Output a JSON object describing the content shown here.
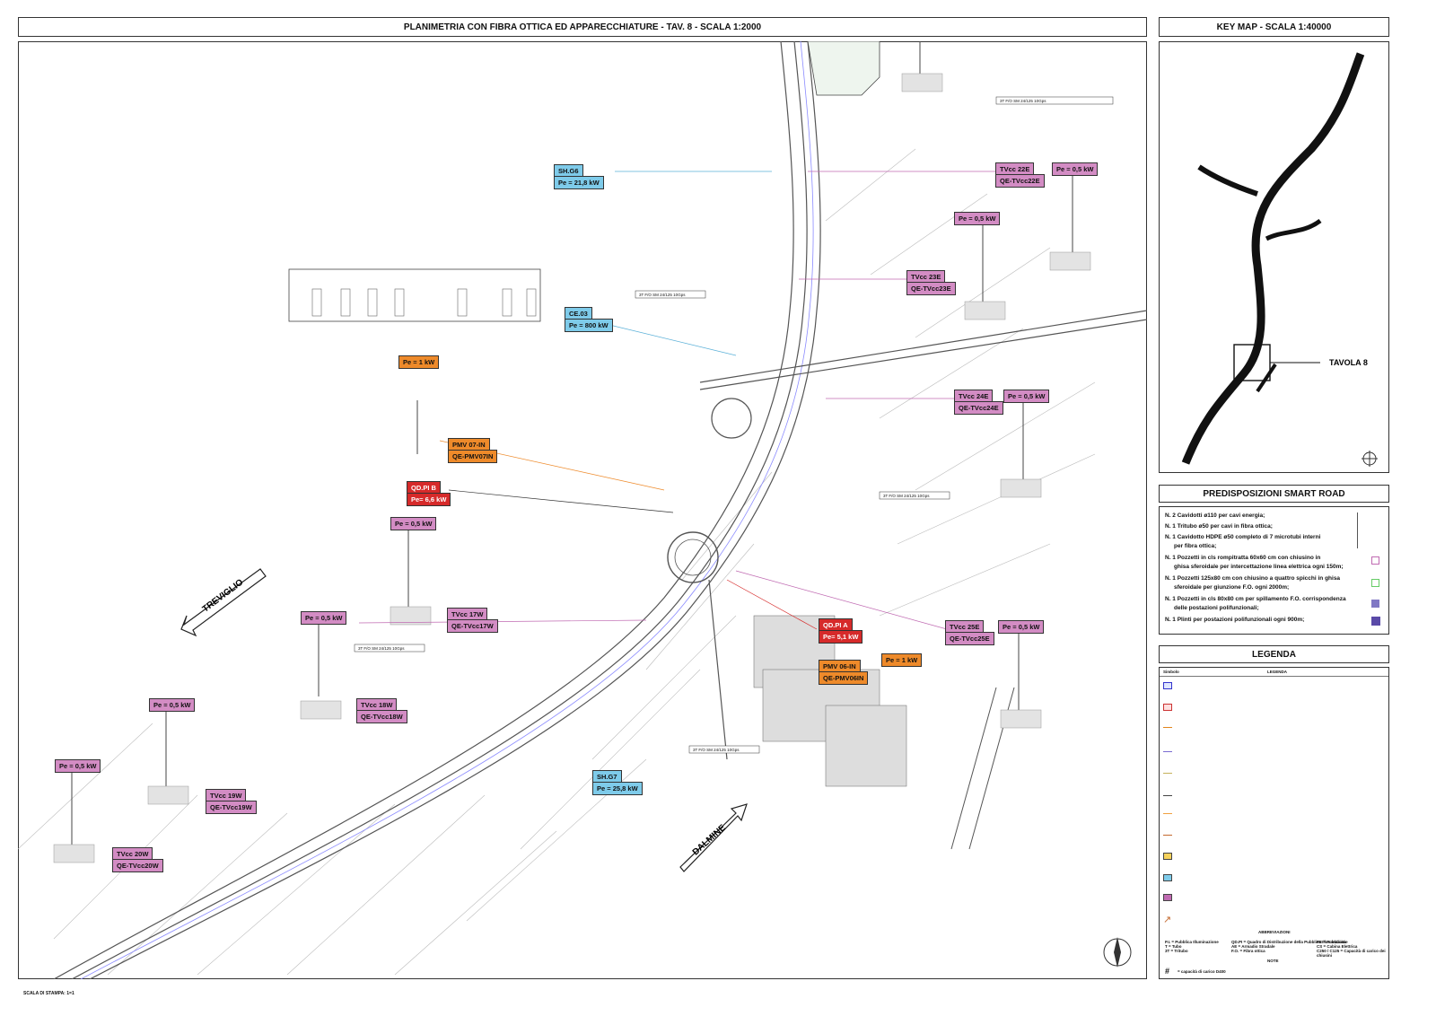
{
  "main_title": "PLANIMETRIA CON FIBRA OTTICA ED APPARECCHIATURE - TAV. 8 - SCALA 1:2000",
  "keymap_title": "KEY MAP - SCALA 1:40000",
  "keymap_label": "TAVOLA 8",
  "smart_title": "PREDISPOSIZIONI SMART ROAD",
  "legenda_title": "LEGENDA",
  "scale_note": "SCALA DI STAMPA: 1=1",
  "directions": {
    "treviglio": "TREVIGLIO",
    "dalmine": "DALMINE"
  },
  "smart_items": [
    "N. 2 Cavidotti ø110 per cavi energia;",
    "N. 1 Tritubo ø50 per cavi in fibra ottica;",
    "N. 1 Cavidotto HDPE ø50 completo di 7 microtubi interni",
    "per fibra ottica;",
    "N. 1 Pozzetti in cls rompitratta 60x60 cm con chiusino in",
    "ghisa sferoidale per intercettazione linea elettrica ogni 150m;",
    "N. 1 Pozzetti 125x80 cm con chiusino a quattro spicchi in ghisa",
    "sferoidale per giunzione F.O. ogni 2000m;",
    "N. 1 Pozzetti in cls 80x80 cm per spillamento F.O. corrispondenza",
    "delle postazioni polifunzionali;",
    "N. 1 Plinti per postazioni polifunzionali ogni 900m;"
  ],
  "legend": {
    "col_simbolo": "Simbolo",
    "col_legenda": "LEGENDA",
    "abbr_title": "ABBREVIAZIONI",
    "note_title": "NOTE",
    "abbr_col1": [
      "P.I. = Pubblica Illuminazione",
      "T = Tubo",
      "3T = Tritubo"
    ],
    "abbr_col2": [
      "QD.PI = Quadro di Distribuzione della Pubblica Illuminazione",
      "AE = Armadio Stradale",
      "F.O. = Fibra ottica"
    ],
    "abbr_col3": [
      "PE = Pubblicità",
      "CS = Cabina Elettrica",
      "C250 / C125 = Capacità di carico dei chiusini"
    ],
    "note_text": "= capacità di carico D400"
  },
  "labels": {
    "sh_g6": "SH.G6",
    "sh_g6_pe": "Pe = 21,8 kW",
    "ce03": "CE.03",
    "ce03_pe": "Pe = 800 kW",
    "tvcc22e": "TVcc 22E",
    "qe_tvcc22e": "QE-TVcc22E",
    "pe_22e": "Pe = 0,5 kW",
    "pe_23e_top": "Pe = 0,5 kW",
    "tvcc23e": "TVcc 23E",
    "qe_tvcc23e": "QE-TVcc23E",
    "tvcc24e": "TVcc 24E",
    "qe_tvcc24e": "QE-TVcc24E",
    "pe_24e": "Pe = 0,5 kW",
    "pe_1kw_a": "Pe = 1 kW",
    "pmv07": "PMV 07-IN",
    "qe_pmv07": "QE-PMV07IN",
    "qdpib": "QD.PI B",
    "qdpib_pe": "Pe= 6,6 kW",
    "pe_mid": "Pe = 0,5 kW",
    "tvcc17w": "TVcc 17W",
    "qe_tvcc17w": "QE-TVcc17W",
    "pe_17w": "Pe = 0,5 kW",
    "qdpia": "QD.PI A",
    "qdpia_pe": "Pe= 5,1 kW",
    "tvcc25e": "TVcc 25E",
    "qe_tvcc25e": "QE-TVcc25E",
    "pe_25e": "Pe = 0,5 kW",
    "pmv06": "PMV 06-IN",
    "qe_pmv06": "QE-PMV06IN",
    "pe_1kw_b": "Pe = 1 kW",
    "pe_18w": "Pe = 0,5 kW",
    "tvcc18w": "TVcc 18W",
    "qe_tvcc18w": "QE-TVcc18W",
    "pe_19w": "Pe = 0,5 kW",
    "tvcc19w": "TVcc 19W",
    "qe_tvcc19w": "QE-TVcc19W",
    "sh_g7": "SH.G7",
    "sh_g7_pe": "Pe = 25,8 kW",
    "tvcc20w": "TVcc 20W",
    "qe_tvcc20w": "QE-TVcc20W",
    "fo_note": "3T F/O SM 24/125 10Gps"
  },
  "colors": {
    "pink": "#d38cc4",
    "blue": "#7ecbea",
    "red": "#d62a2a",
    "orange": "#ee8a2a",
    "road": "#555555"
  }
}
